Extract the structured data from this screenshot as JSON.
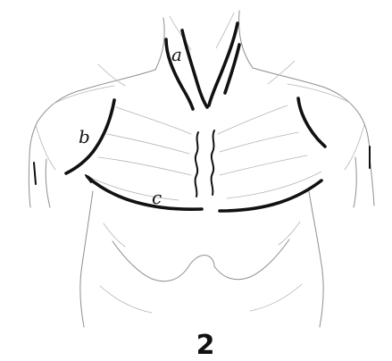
{
  "labels": {
    "a": "a",
    "b": "b",
    "c": "c"
  },
  "figure_number": "2"
}
